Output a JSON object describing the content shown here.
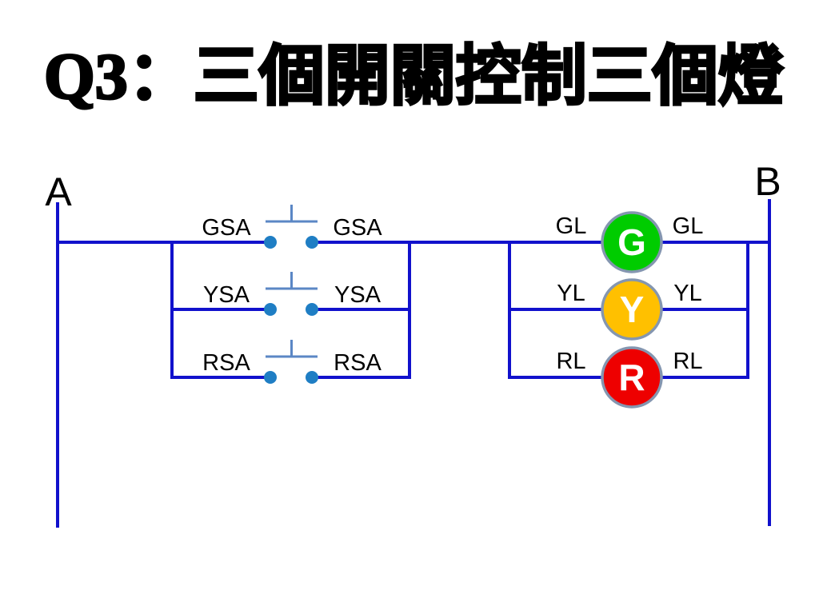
{
  "title": "Q3：三個開關控制三個燈",
  "diagram": {
    "rails": {
      "left_label": "A",
      "right_label": "B"
    },
    "rows": [
      {
        "switch_label": "GSA",
        "lamp_label": "GL",
        "lamp_letter": "G",
        "lamp_color": "#00cc00"
      },
      {
        "switch_label": "YSA",
        "lamp_label": "YL",
        "lamp_letter": "Y",
        "lamp_color": "#ffc000"
      },
      {
        "switch_label": "RSA",
        "lamp_label": "RL",
        "lamp_letter": "R",
        "lamp_color": "#ee0000"
      }
    ],
    "colors": {
      "wire": "#1111cc",
      "contact": "#5b87c5",
      "dot": "#1f7ec4",
      "lamp_stroke": "#8496b0",
      "lamp_letter": "#ffffff"
    }
  }
}
